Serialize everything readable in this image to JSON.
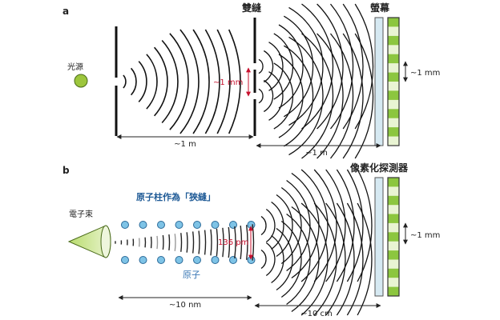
{
  "panel_a": {
    "letter": "a",
    "source_label": "光源",
    "double_slit_label": "雙縫",
    "screen_label": "螢幕",
    "slit_sep_label": "~1 mm",
    "fringe_label": "~1 mm",
    "dist1_label": "~1 m",
    "dist2_label": "~1 m"
  },
  "panel_b": {
    "letter": "b",
    "beam_label": "電子束",
    "atom_column_label": "原子柱作為「狹縫」",
    "atom_label": "原子",
    "spacing_label": "136 pm",
    "detector_label": "像素化探測器",
    "fringe_label": "~1 mm",
    "dist1_label": "~10 nm",
    "dist2_label": "~10 cm"
  },
  "colors": {
    "source": "#9dc63d",
    "fringe_bright": "#8cc63f",
    "fringe_dark": "#e9f4d3",
    "panel_glass": "#d6e9f2",
    "atom": "#7ec3e6",
    "red": "#c8102e",
    "blue_text": "#1e5a96"
  }
}
